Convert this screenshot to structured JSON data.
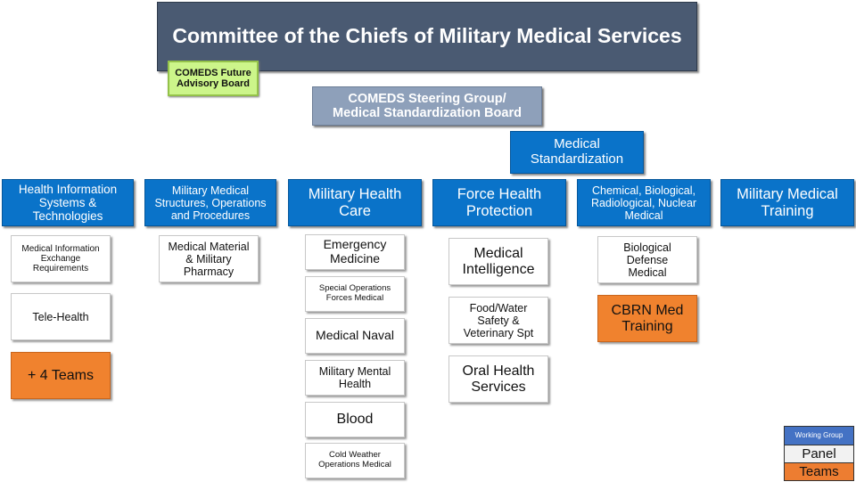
{
  "title": "Committee of the Chiefs of Military Medical Services",
  "future_board": "COMEDS Future\nAdvisory Board",
  "steering_group": "COMEDS Steering Group/\nMedical Standardization Board",
  "medical_standardization": "Medical\nStandardization",
  "working_groups": [
    {
      "label": "Health Information\nSystems &\nTechnologies",
      "children": [
        {
          "type": "panel",
          "label": "Medical Information\nExchange\nRequirements"
        },
        {
          "type": "panel",
          "label": "Tele-Health"
        },
        {
          "type": "team",
          "label": "+ 4 Teams"
        }
      ]
    },
    {
      "label": "Military Medical\nStructures, Operations\nand Procedures",
      "children": [
        {
          "type": "panel",
          "label": "Medical Material\n& Military\nPharmacy"
        }
      ]
    },
    {
      "label": "Military Health\nCare",
      "children": [
        {
          "type": "panel",
          "label": "Emergency\nMedicine"
        },
        {
          "type": "panel",
          "label": "Special Operations\nForces Medical"
        },
        {
          "type": "panel",
          "label": "Medical Naval"
        },
        {
          "type": "panel",
          "label": "Military Mental\nHealth"
        },
        {
          "type": "panel",
          "label": "Blood"
        },
        {
          "type": "panel",
          "label": "Cold Weather\nOperations Medical"
        }
      ]
    },
    {
      "label": "Force Health\nProtection",
      "children": [
        {
          "type": "panel",
          "label": "Medical\nIntelligence"
        },
        {
          "type": "panel",
          "label": "Food/Water\nSafety &\nVeterinary Spt"
        },
        {
          "type": "panel",
          "label": "Oral Health\nServices"
        }
      ]
    },
    {
      "label": "Chemical, Biological,\nRadiological, Nuclear\nMedical",
      "children": [
        {
          "type": "panel",
          "label": "Biological\nDefense\nMedical"
        },
        {
          "type": "team",
          "label": "CBRN Med\nTraining"
        }
      ]
    },
    {
      "label": "Military Medical\nTraining",
      "children": []
    }
  ],
  "legend": {
    "working_group": "Working Group",
    "panel": "Panel",
    "teams": "Teams"
  },
  "colors": {
    "working_group": "#0a73c9",
    "panel": "#ffffff",
    "team": "#f0822e",
    "top": "#4a5a72",
    "steering": "#8ea0ba",
    "future_board": "#ccf58a"
  }
}
